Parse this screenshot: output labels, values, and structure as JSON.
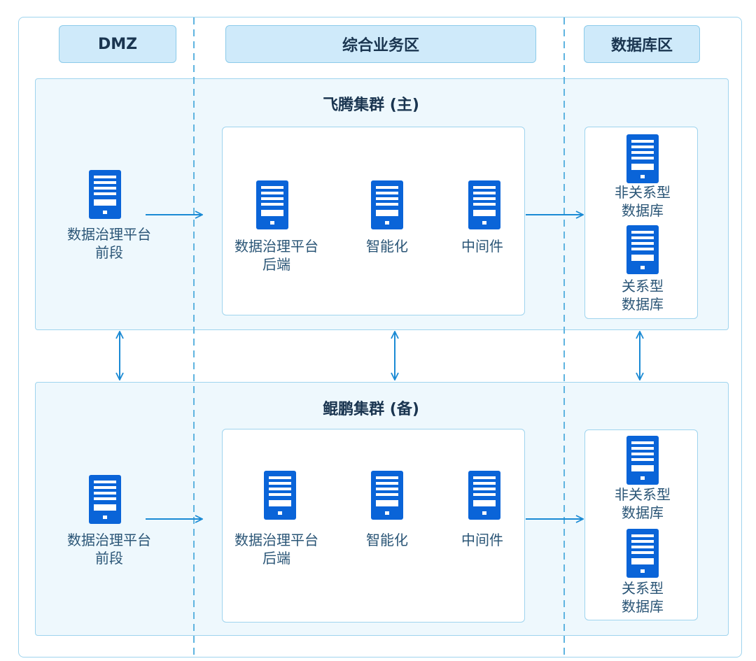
{
  "zones": {
    "dmz": "DMZ",
    "business": "综合业务区",
    "database": "数据库区"
  },
  "clusters": {
    "primary": {
      "title": "飞腾集群 (主)",
      "frontend": [
        "数据治理平台",
        "前段"
      ],
      "backend": [
        "数据治理平台",
        "后端"
      ],
      "ai": "智能化",
      "middleware": "中间件",
      "nosql_db": [
        "非关系型",
        "数据库"
      ],
      "sql_db": [
        "关系型",
        "数据库"
      ]
    },
    "backup": {
      "title": "鲲鹏集群 (备)",
      "frontend": [
        "数据治理平台",
        "前段"
      ],
      "backend": [
        "数据治理平台",
        "后端"
      ],
      "ai": "智能化",
      "middleware": "中间件",
      "nosql_db": [
        "非关系型",
        "数据库"
      ],
      "sql_db": [
        "关系型",
        "数据库"
      ]
    }
  },
  "colors": {
    "icon": "#0a64d8",
    "arrow": "#1a8ad4",
    "divider": "#5fb4e0",
    "header_fill": "#cfeafa",
    "cluster_fill": "#eef8fd"
  },
  "icons": {
    "server": "server-icon"
  }
}
